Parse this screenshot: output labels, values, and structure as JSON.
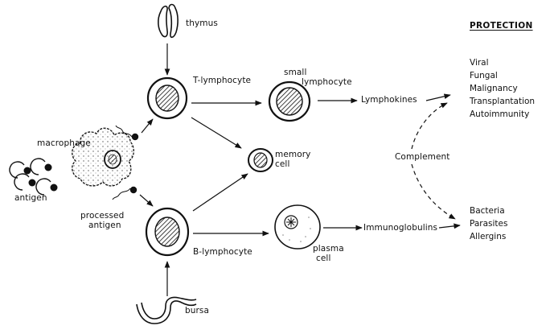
{
  "labels": {
    "thymus": "thymus",
    "t_lymphocyte": "T-lymphocyte",
    "small_lymphocyte": [
      "small",
      "lymphocyte"
    ],
    "lymphokines": "Lymphokines",
    "macrophage": "macrophage",
    "antigen": "antigen",
    "processed_antigen": [
      "processed",
      "antigen"
    ],
    "memory_cell": [
      "memory",
      "cell"
    ],
    "complement": "Complement",
    "b_lymphocyte": "B-lymphocyte",
    "plasma_cell": [
      "plasma",
      "cell"
    ],
    "immunoglobulins": "Immunoglobulins",
    "bursa": "bursa"
  },
  "protection": {
    "heading": "PROTECTION",
    "cellular": [
      "Viral",
      "Fungal",
      "Malignancy",
      "Transplantation",
      "Autoimmunity"
    ],
    "humoral": [
      "Bacteria",
      "Parasites",
      "Allergins"
    ]
  }
}
